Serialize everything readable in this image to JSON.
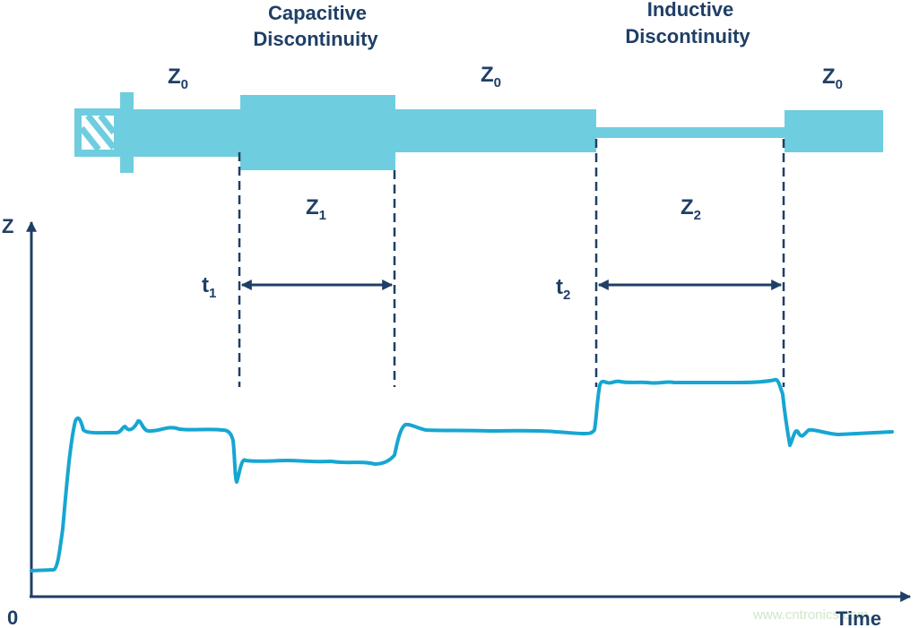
{
  "labels": {
    "capacitive_line1": "Capacitive",
    "capacitive_line2": "Discontinuity",
    "inductive_line1": "Inductive",
    "inductive_line2": "Discontinuity",
    "z_main": "Z",
    "z_sub_0": "0",
    "z_sub_1": "1",
    "z_sub_2": "2",
    "t_main": "t",
    "t_sub_1": "1",
    "t_sub_2": "2",
    "axis_y": "Z",
    "axis_origin": "0",
    "axis_x": "Time",
    "watermark": "www.cntronics.com"
  },
  "colors": {
    "line_body": "#6fcde0",
    "trace": "#16a6d2",
    "dark": "#1f3f66",
    "watermark": "#cfe8c8"
  },
  "icons": {
    "connector": "hatched-connector-icon"
  }
}
